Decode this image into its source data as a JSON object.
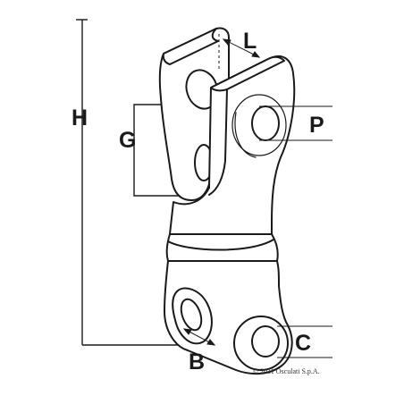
{
  "labels": {
    "h": "H",
    "l": "L",
    "g": "G",
    "p": "P",
    "c": "C",
    "b": "B"
  },
  "copyright": "© 2011 Osculati S.p.A.",
  "colors": {
    "line": "#1a1a1a",
    "fill": "#ffffff",
    "shadow": "#d8d8d8"
  }
}
